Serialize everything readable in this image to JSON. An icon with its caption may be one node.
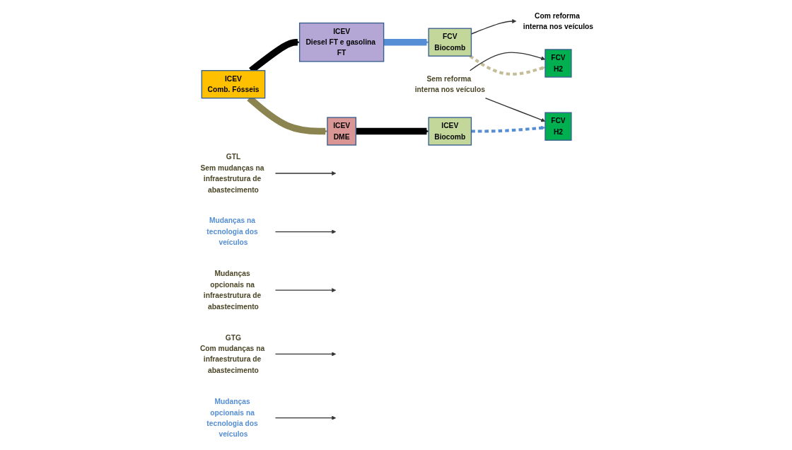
{
  "diagram": {
    "nodes": [
      {
        "text": [
          "ICEV",
          "Comb. Fósseis"
        ]
      },
      {
        "text": [
          "ICEV",
          "Diesel FT e gasolina FT"
        ]
      },
      {
        "text": [
          "FCV",
          "Biocomb"
        ]
      },
      {
        "text": [
          "FCV",
          "H2"
        ]
      },
      {
        "text": [
          "ICEV",
          "DME"
        ]
      },
      {
        "text": [
          "ICEV",
          "Biocomb"
        ]
      },
      {
        "text": [
          "FCV",
          "H2"
        ]
      },
      {
        "text": [
          "GTL",
          "Sem mudanças na infraestrutura de abastecimento"
        ]
      },
      {
        "text": [
          "Mudanças na tecnologia dos veículos"
        ]
      },
      {
        "text": [
          "Mudanças opcionais na infraestrutura de abastecimento"
        ]
      },
      {
        "text": [
          "Com reforma interna nos veículos"
        ]
      },
      {
        "text": [
          "Sem reforma interna nos veículos"
        ]
      },
      {
        "text": [
          "GTG",
          "Com mudanças na infraestrutura de abastecimento"
        ]
      },
      {
        "text": [
          "Mudanças opcionais na tecnologia dos veículos"
        ]
      }
    ],
    "edges": [
      {
        "from": 0,
        "to": 1,
        "arrow": "to",
        "style": "thick",
        "color": "#000000"
      },
      {
        "from": 0,
        "to": 4,
        "arrow": "to",
        "style": "thick",
        "color": "#8b8450"
      },
      {
        "from": 1,
        "to": 2,
        "arrow": "to",
        "style": "thick",
        "color": "#558ed5"
      },
      {
        "from": 2,
        "to": 3,
        "arrow": "to",
        "style": "dashed",
        "color": "#c4bd97"
      },
      {
        "from": 4,
        "to": 5,
        "arrow": "to",
        "style": "thick",
        "color": "#000000"
      },
      {
        "from": 5,
        "to": 6,
        "arrow": "to",
        "style": "dashed",
        "color": "#558ed5"
      },
      {
        "from": 7,
        "to": null,
        "arrow": "to"
      },
      {
        "from": 8,
        "to": null,
        "arrow": "to"
      },
      {
        "from": 9,
        "to": null,
        "arrow": "to"
      },
      {
        "from": 2,
        "to": 10,
        "arrow": "to"
      },
      {
        "from": 11,
        "to": 3,
        "arrow": "to"
      },
      {
        "from": 11,
        "to": 6,
        "arrow": "to"
      },
      {
        "from": 12,
        "to": null,
        "arrow": "to"
      },
      {
        "from": 13,
        "to": null,
        "arrow": "to"
      }
    ]
  }
}
